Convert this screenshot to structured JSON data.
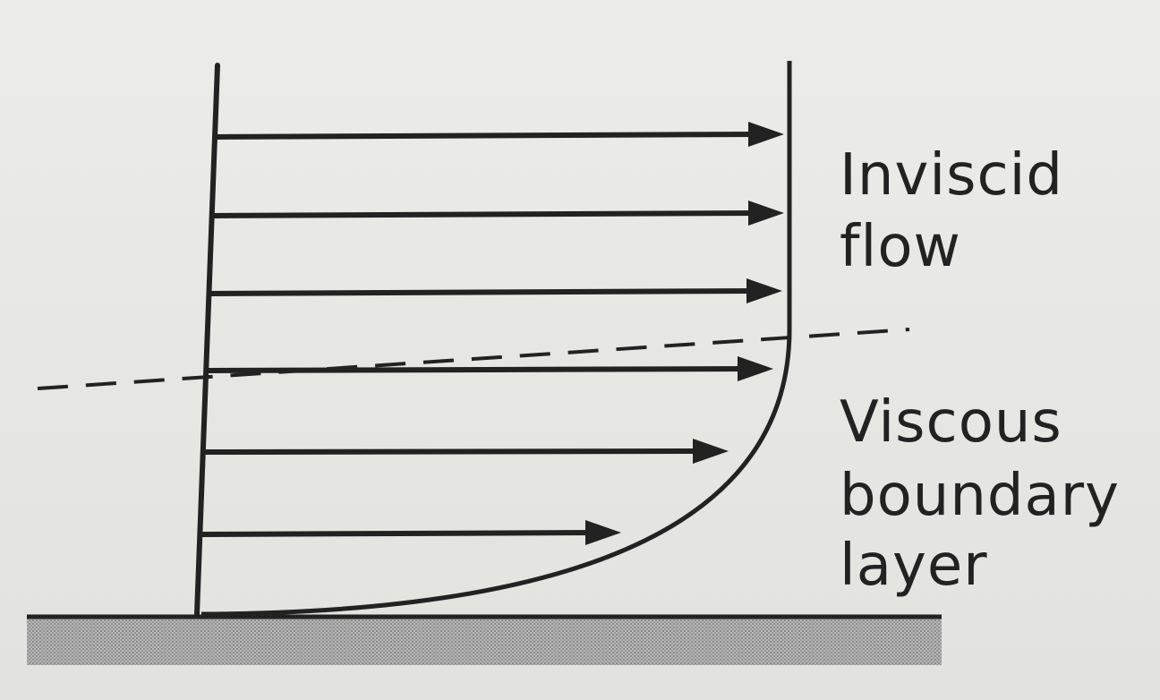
{
  "labels": {
    "inviscid": [
      "Inviscid",
      "flow"
    ],
    "viscous": [
      "Viscous",
      "boundary",
      "layer"
    ]
  },
  "colors": {
    "ink": "#222222",
    "wall_fill": "#a9a9a9",
    "background": "#e8e8e5"
  }
}
